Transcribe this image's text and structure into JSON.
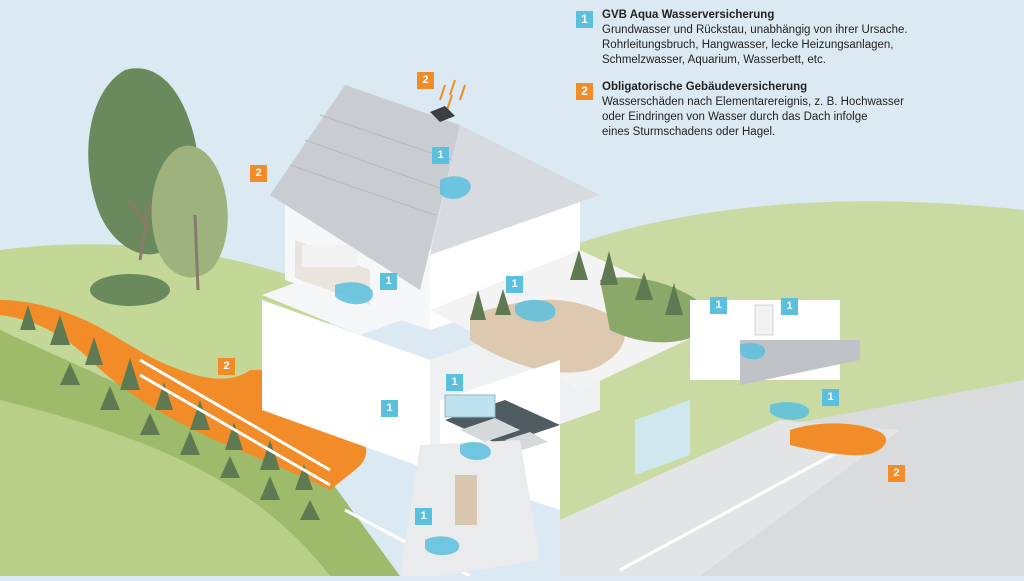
{
  "legend": {
    "items": [
      {
        "number": "1",
        "color": "#5bc0de",
        "title": "GVB Aqua Wasserversicherung",
        "lines": [
          "Grundwasser und Rückstau, unabhängig von ihrer Ursache.",
          "Rohrleitungsbruch, Hangwasser, lecke Heizungsanlagen,",
          "Schmelzwasser, Aquarium, Wasserbett, etc."
        ]
      },
      {
        "number": "2",
        "color": "#f28c28",
        "title": "Obligatorische Gebäudeversicherung",
        "lines": [
          "Wasserschäden nach Elementarereignis, z. B. Hochwasser",
          "oder Eindringen von Wasser durch das Dach infolge",
          "eines Sturmschadens oder Hagel."
        ]
      }
    ]
  },
  "markers": [
    {
      "label": "2",
      "kind": "orange",
      "note": "hail-on-roof"
    },
    {
      "label": "1",
      "kind": "blue",
      "note": "roof-leak"
    },
    {
      "label": "2",
      "kind": "orange",
      "note": "gutter"
    },
    {
      "label": "1",
      "kind": "blue",
      "note": "waterbed"
    },
    {
      "label": "1",
      "kind": "blue",
      "note": "terrace"
    },
    {
      "label": "1",
      "kind": "blue",
      "note": "boiler"
    },
    {
      "label": "1",
      "kind": "blue",
      "note": "utility-room"
    },
    {
      "label": "2",
      "kind": "orange",
      "note": "mudslide"
    },
    {
      "label": "1",
      "kind": "blue",
      "note": "aquarium"
    },
    {
      "label": "1",
      "kind": "blue",
      "note": "wall-drain"
    },
    {
      "label": "1",
      "kind": "blue",
      "note": "carport"
    },
    {
      "label": "2",
      "kind": "orange",
      "note": "driveway-flood"
    },
    {
      "label": "1",
      "kind": "blue",
      "note": "basement"
    }
  ],
  "colors": {
    "sky": "#dbe9f2",
    "grass": "#c3d796",
    "grass_dark": "#9dbb6a",
    "house_wall": "#ffffff",
    "house_shadow": "#e4e6e8",
    "roof": "#c9ccd0",
    "water_blue": "#5bc0de",
    "flood_orange": "#f28c28",
    "tree_dark": "#6a8a5e",
    "tree_light": "#9db27c",
    "road": "#d9dbdd"
  }
}
